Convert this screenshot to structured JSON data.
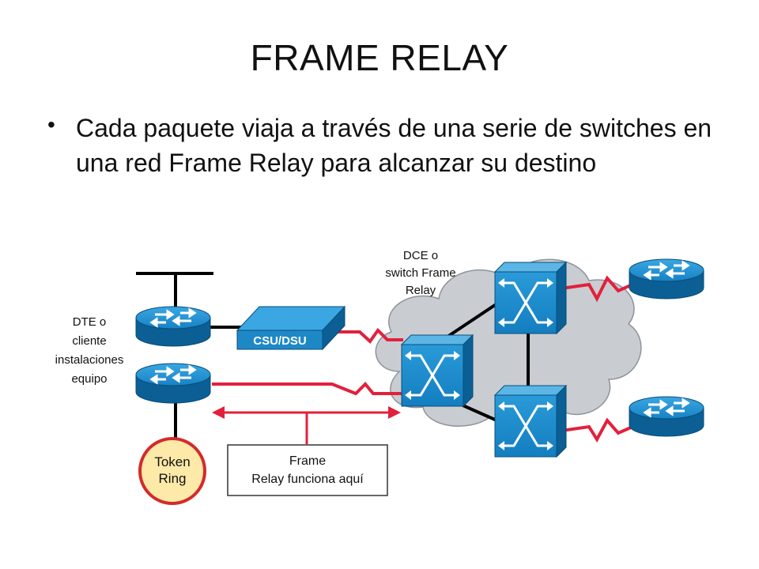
{
  "slide": {
    "title": "FRAME RELAY",
    "bullets": [
      "Cada paquete viaja a través de una serie de switches en una red Frame Relay para alcanzar su destino"
    ]
  },
  "diagram": {
    "dce_label": [
      "DCE o",
      "switch Frame",
      "Relay"
    ],
    "dte_label": [
      "DTE o",
      "cliente",
      "instalaciones",
      "equipo"
    ],
    "csu_dsu_label": "CSU/DSU",
    "token_ring_label": [
      "Token",
      "Ring"
    ],
    "callout_label": [
      "Frame",
      "Relay funciona aquí"
    ],
    "colors": {
      "device_blue": "#1e88c7",
      "device_dark": "#0b5f94",
      "cloud_gray": "#c9cdd2",
      "link_red": "#e2203c",
      "token_ring_fill": "#fde9a8",
      "token_ring_border": "#d42a2a"
    },
    "icons": [
      "router-icon",
      "frame-relay-switch-icon",
      "csu-dsu-icon",
      "token-ring-icon",
      "cloud-icon"
    ]
  }
}
